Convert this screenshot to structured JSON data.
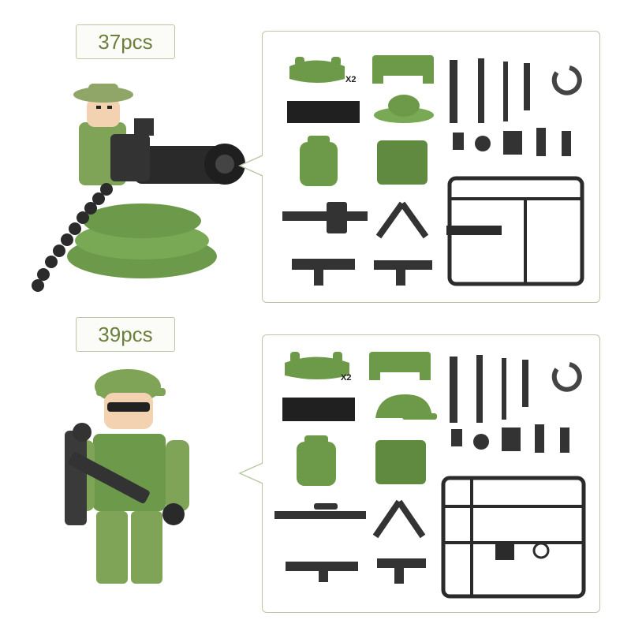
{
  "sets": [
    {
      "count_label": "37pcs",
      "multiplier_label": "X2"
    },
    {
      "count_label": "39pcs",
      "multiplier_label": "X2"
    }
  ],
  "colors": {
    "accent_text": "#6c7f3c",
    "border": "#b9c7a6",
    "army_green": "#5f8a3f",
    "dark_part": "#2b2b2b"
  }
}
